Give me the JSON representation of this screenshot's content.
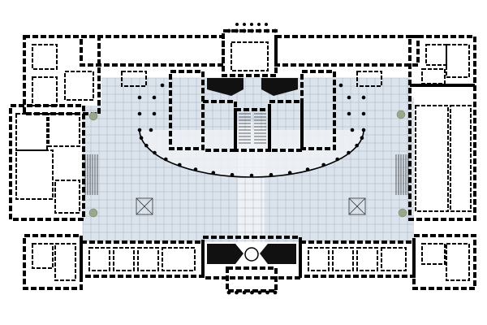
{
  "plan": {
    "kind": "floor-plan",
    "background_color": "#ffffff",
    "court_fill_color": "#dbe3ec",
    "grid_color": "#a7b2bd",
    "wall_color": "#000000",
    "planters": 4,
    "skylight_crosses": 2
  }
}
